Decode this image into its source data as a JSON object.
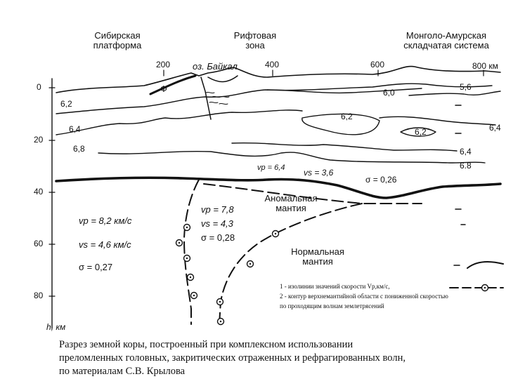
{
  "regions": {
    "siberian": [
      "Сибирская",
      "платформа"
    ],
    "rift": [
      "Рифтовая",
      "зона"
    ],
    "mongol": [
      "Монголо-Амурская",
      "складчатая система"
    ]
  },
  "lake_label": "оз. Байкал",
  "x_ticks": [
    "200",
    "400",
    "600",
    "800 км"
  ],
  "y_ticks": [
    "0",
    "20",
    "40",
    "60",
    "80"
  ],
  "y_axis_label": "h, км",
  "moho_marker": "Ф",
  "isolines": [
    "6,2",
    "6,4",
    "6,8",
    "6,0",
    "5,6",
    "6,2",
    "6,2",
    "6,4",
    "6,4",
    "6.8"
  ],
  "boundary_labels": {
    "vp": "vp = 6,4",
    "vs": "vs = 3,6",
    "sigma": "σ = 0,26"
  },
  "left_params": [
    "vp = 8,2 км/с",
    "vs = 4,6 км/с",
    "σ = 0,27"
  ],
  "anomaly_params": [
    "vp = 7,8",
    "vs = 4,3",
    "σ = 0,28"
  ],
  "anomalous_mantle": [
    "Аномальная",
    "мантия"
  ],
  "normal_mantle": [
    "Нормальная",
    "мантия"
  ],
  "legend": [
    "1 - изолинии значений скорости Vp,км/с,",
    "2 - контур верхнемантийной области с пониженной скоростью",
    "по проходящим волнам землетрясений"
  ],
  "caption": [
    "Разрез земной коры, построенный при комплексном использовании",
    "преломленных головных, закритических отраженных и рефрагированных волн,",
    "по материалам С.В. Крылова"
  ]
}
